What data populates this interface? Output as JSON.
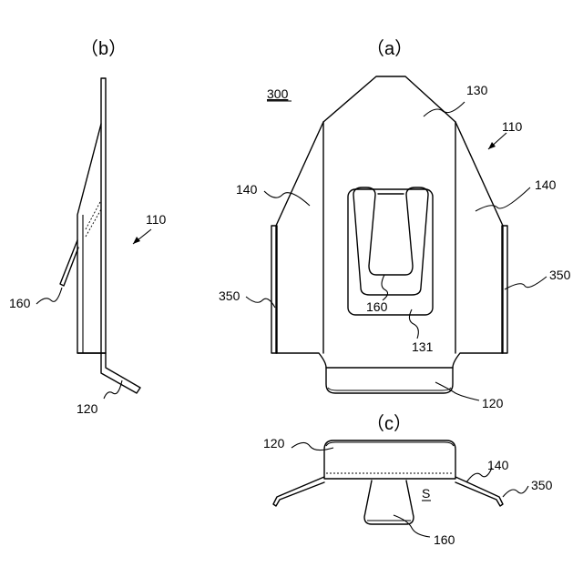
{
  "figures": {
    "a": {
      "title": "（a）"
    },
    "b": {
      "title": "（b）"
    },
    "c": {
      "title": "（c）"
    }
  },
  "labels": {
    "a": {
      "ref300": "300",
      "ref130": "130",
      "ref110": "110",
      "ref140_left": "140",
      "ref140_right": "140",
      "ref350_left": "350",
      "ref350_right": "350",
      "ref160": "160",
      "ref131": "131",
      "ref120": "120"
    },
    "b": {
      "ref110": "110",
      "ref160": "160",
      "ref120": "120"
    },
    "c": {
      "ref120": "120",
      "ref140": "140",
      "ref350": "350",
      "refS": "S",
      "ref160": "160"
    }
  }
}
